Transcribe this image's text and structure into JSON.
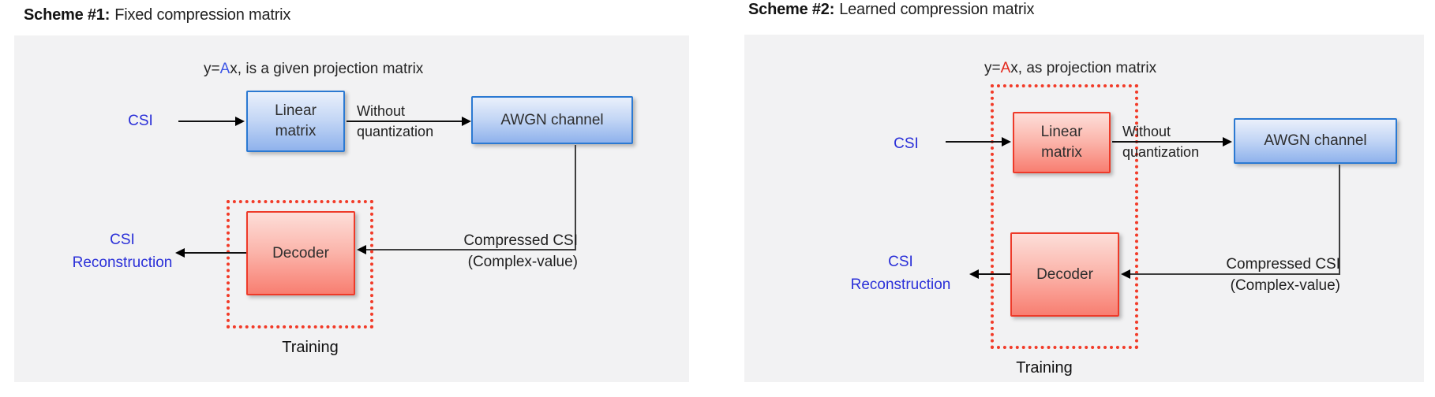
{
  "colors": {
    "panel_bg": "#f2f2f3",
    "blue_box_border": "#2b79d2",
    "red_box_border": "#ee3a29",
    "dotted_region": "#f23b28",
    "blue_text": "#2a2fd8"
  },
  "schemes": [
    {
      "title_bold": "Scheme #1:",
      "title_rest": "Fixed compression matrix",
      "formula": {
        "prefix": "y=",
        "var": "A",
        "suffix": "x, is a given projection matrix",
        "var_color": "#3c55e6"
      },
      "input_label": "CSI",
      "encoder_box": {
        "line1": "Linear",
        "line2": "matrix"
      },
      "edge_label": {
        "line1": "Without",
        "line2": "quantization"
      },
      "channel_box_label": "AWGN channel",
      "compressed_label": {
        "line1": "Compressed CSI",
        "line2": "(Complex-value)"
      },
      "decoder_box_label": "Decoder",
      "output_label": {
        "line1": "CSI",
        "line2": "Reconstruction"
      },
      "training_label": "Training"
    },
    {
      "title_bold": "Scheme #2:",
      "title_rest": "Learned compression matrix",
      "formula": {
        "prefix": "y=",
        "var": "A",
        "suffix": "x, as projection matrix",
        "var_color": "#e3261a"
      },
      "input_label": "CSI",
      "encoder_box": {
        "line1": "Linear",
        "line2": "matrix"
      },
      "edge_label": {
        "line1": "Without",
        "line2": "quantization"
      },
      "channel_box_label": "AWGN channel",
      "compressed_label": {
        "line1": "Compressed CSI",
        "line2": "(Complex-value)"
      },
      "decoder_box_label": "Decoder",
      "output_label": {
        "line1": "CSI",
        "line2": "Reconstruction"
      },
      "training_label": "Training"
    }
  ]
}
